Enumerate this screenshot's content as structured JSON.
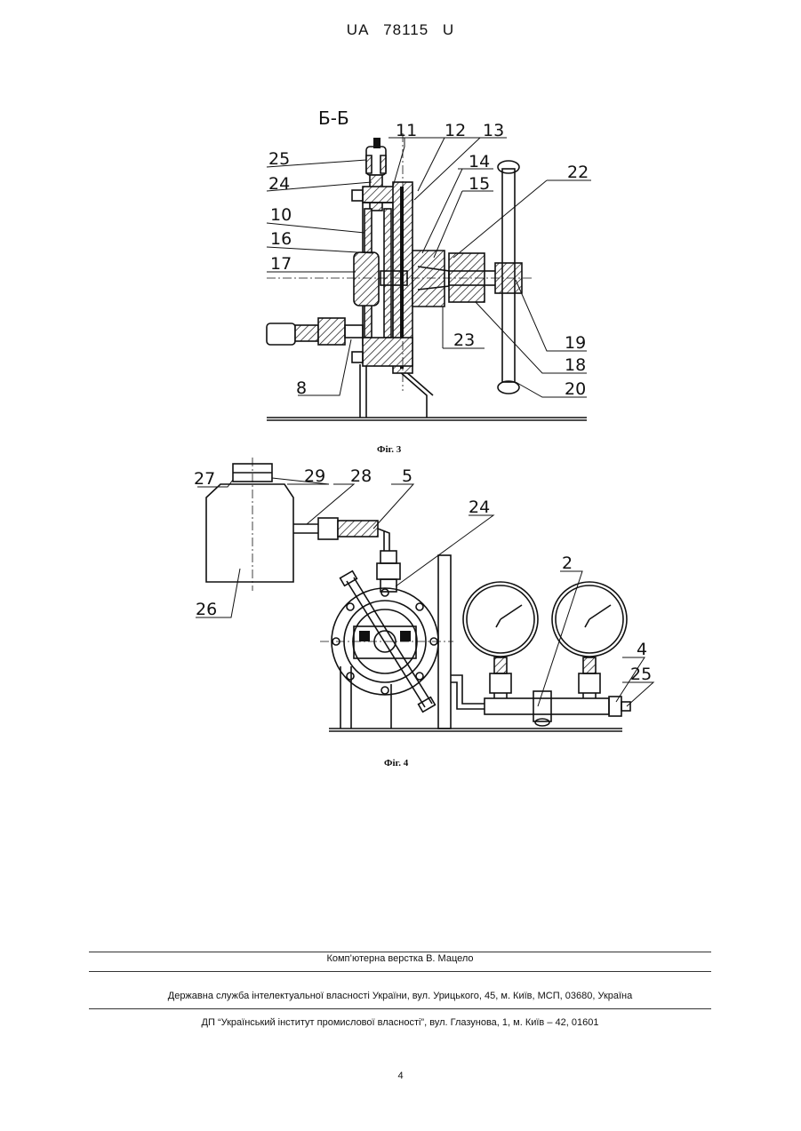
{
  "header": {
    "doc_type": "UA",
    "doc_number": "78115",
    "doc_kind": "U"
  },
  "figure3": {
    "section_label": "Б-Б",
    "caption": "Фіг. 3",
    "labels": [
      "11",
      "12",
      "13",
      "14",
      "15",
      "22",
      "25",
      "24",
      "10",
      "16",
      "17",
      "8",
      "23",
      "19",
      "18",
      "20"
    ]
  },
  "figure4": {
    "caption": "Фіг. 4",
    "labels": [
      "27",
      "29",
      "28",
      "5",
      "24",
      "2",
      "4",
      "25",
      "26"
    ]
  },
  "footer": {
    "layout_credit": "Комп’ютерна верстка В. Мацело",
    "agency": "Державна служба інтелектуальної власності України, вул. Урицького, 45, м. Київ, МСП, 03680, Україна",
    "institute": "ДП “Український інститут промислової власності”, вул. Глазунова, 1, м. Київ – 42, 01601",
    "page_number": "4"
  }
}
